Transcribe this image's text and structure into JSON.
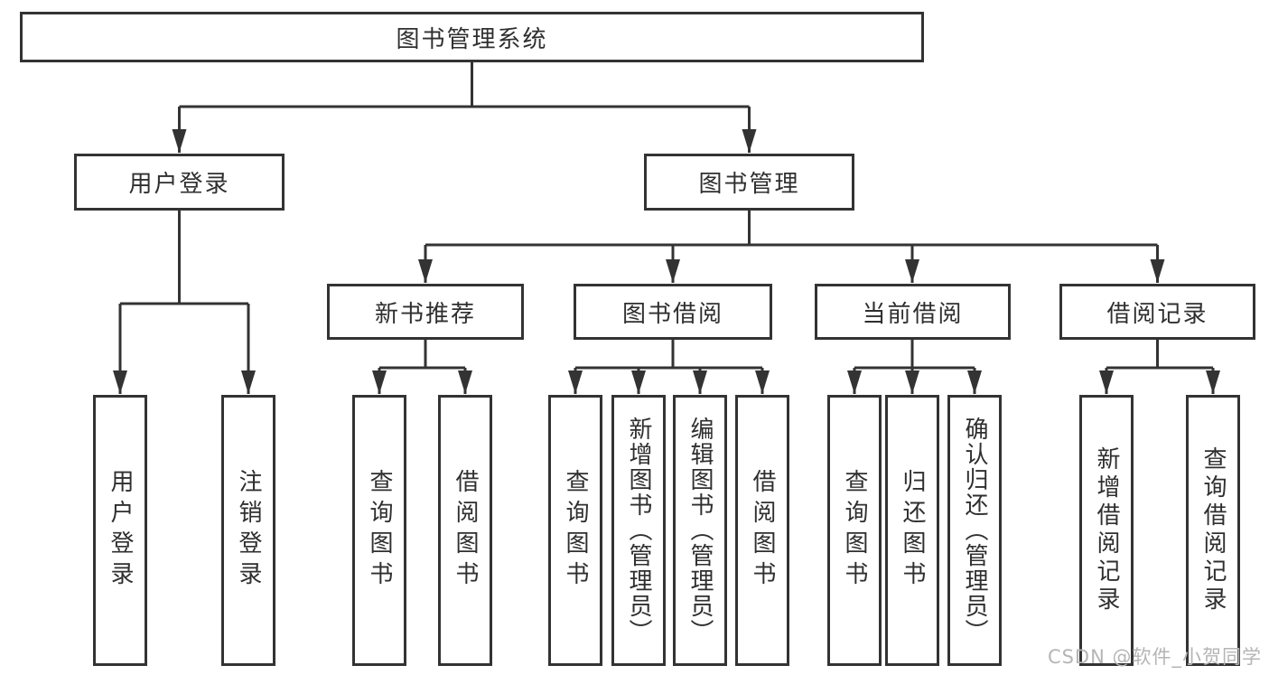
{
  "colors": {
    "line": "#333333",
    "text": "#2f2f2f",
    "background": "#ffffff",
    "watermark": "#b5b5b5"
  },
  "watermark": {
    "text": "CSDN @软件_小贺同学"
  },
  "tree": {
    "root": {
      "label": "图书管理系统"
    },
    "branches": [
      {
        "label": "用户登录",
        "children": [
          {
            "label": "用户登录"
          },
          {
            "label": "注销登录"
          }
        ]
      },
      {
        "label": "图书管理",
        "children": [
          {
            "label": "新书推荐",
            "children": [
              {
                "label": "查询图书"
              },
              {
                "label": "借阅图书"
              }
            ]
          },
          {
            "label": "图书借阅",
            "children": [
              {
                "label": "查询图书"
              },
              {
                "label": "新增图书（管理员）"
              },
              {
                "label": "编辑图书（管理员）"
              },
              {
                "label": "借阅图书"
              }
            ]
          },
          {
            "label": "当前借阅",
            "children": [
              {
                "label": "查询图书"
              },
              {
                "label": "归还图书"
              },
              {
                "label": "确认归还（管理员）"
              }
            ]
          },
          {
            "label": "借阅记录",
            "children": [
              {
                "label": "新增借阅记录"
              },
              {
                "label": "查询借阅记录"
              }
            ]
          }
        ]
      }
    ]
  }
}
